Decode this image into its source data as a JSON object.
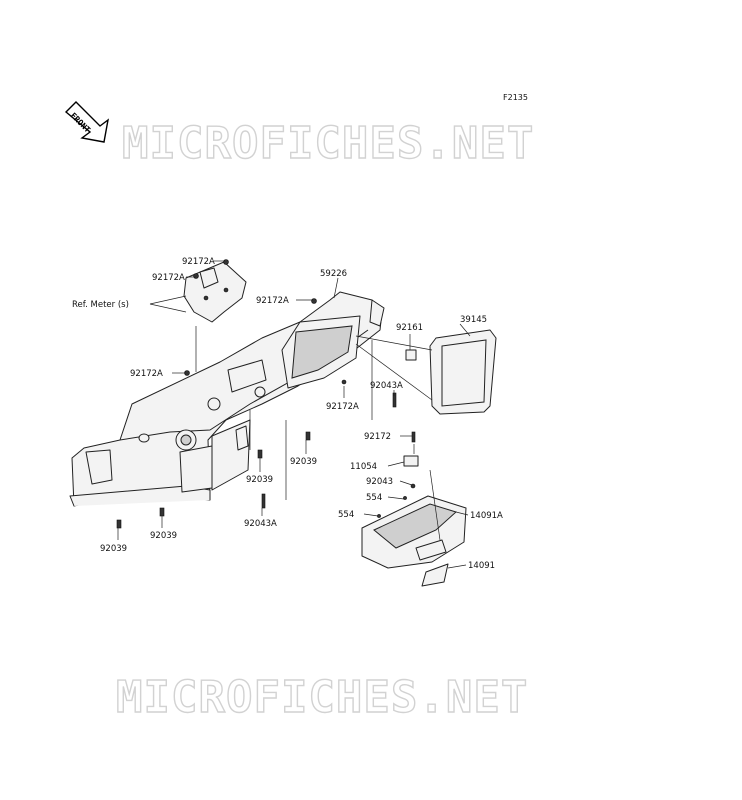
{
  "figure_code": "F2135",
  "front_label": "FRONT",
  "watermark": "MICROFICHES.NET",
  "callouts": {
    "p92172A_1": "92172A",
    "p92172A_2": "92172A",
    "p92172A_3": "92172A",
    "p92172A_4": "92172A",
    "p92172A_5": "92172A",
    "ref_meter": "Ref. Meter (s)",
    "p59226": "59226",
    "p92161": "92161",
    "p39145": "39145",
    "p92043A_1": "92043A",
    "p92043A_2": "92043A",
    "p92172": "92172",
    "p11054": "11054",
    "p92043": "92043",
    "p554_1": "554",
    "p554_2": "554",
    "p14091A": "14091A",
    "p14091": "14091",
    "p92039_1": "92039",
    "p92039_2": "92039",
    "p92039_3": "92039",
    "p92039_4": "92039"
  }
}
